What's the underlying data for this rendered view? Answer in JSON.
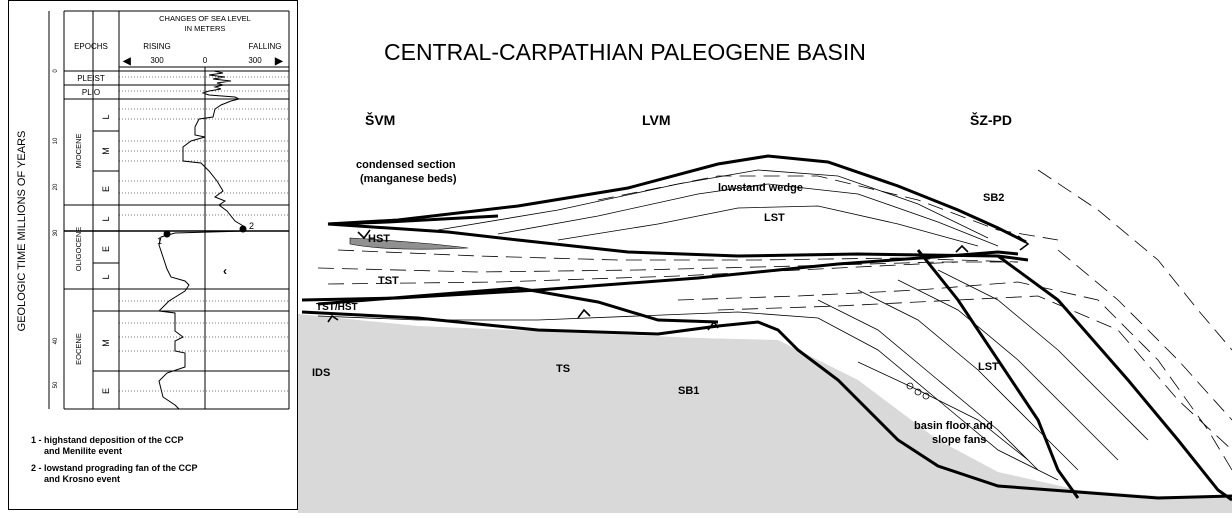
{
  "title": "CENTRAL-CARPATHIAN PALEOGENE BASIN",
  "left_panel": {
    "y_axis_label": "GEOLOGIC TIME MILLIONS OF YEARS",
    "epochs_header": "EPOCHS",
    "sea_level_header_1": "CHANGES OF SEA LEVEL",
    "sea_level_header_2": "IN METERS",
    "rising_label": "RISING",
    "falling_label": "FALLING",
    "scale_left": "300",
    "scale_zero": "0",
    "scale_right": "300",
    "age_ticks": [
      "0",
      "10",
      "20",
      "30",
      "40",
      "50"
    ],
    "epochs": {
      "pleist": "PLEIST",
      "plio": "PLIO",
      "miocene": "MIOCENE",
      "oligocene": "OLIGOCENE",
      "eocene": "EOCENE"
    },
    "subdivisions": [
      "L",
      "M",
      "E",
      "L",
      "E",
      "L",
      "M",
      "E"
    ],
    "point_1": "1",
    "point_2": "2",
    "notes": [
      "1 - highstand deposition of the CCP",
      "and Menilite event",
      "2 - lowstand prograding fan of the CCP",
      "and Krosno event"
    ]
  },
  "section_labels": {
    "svm": "ŠVM",
    "lvm": "LVM",
    "szpd": "ŠZ-PD",
    "condensed_1": "condensed section",
    "condensed_2": "(manganese beds)",
    "lowstand_wedge": "lowstand wedge",
    "lst_upper": "LST",
    "sb2": "SB2",
    "hst": "HST",
    "tst": "TST",
    "tst_hst": "TST/HST",
    "ids": "IDS",
    "ts": "TS",
    "sb1": "SB1",
    "lst_lower": "LST",
    "fans_1": "basin floor and",
    "fans_2": "slope fans"
  }
}
